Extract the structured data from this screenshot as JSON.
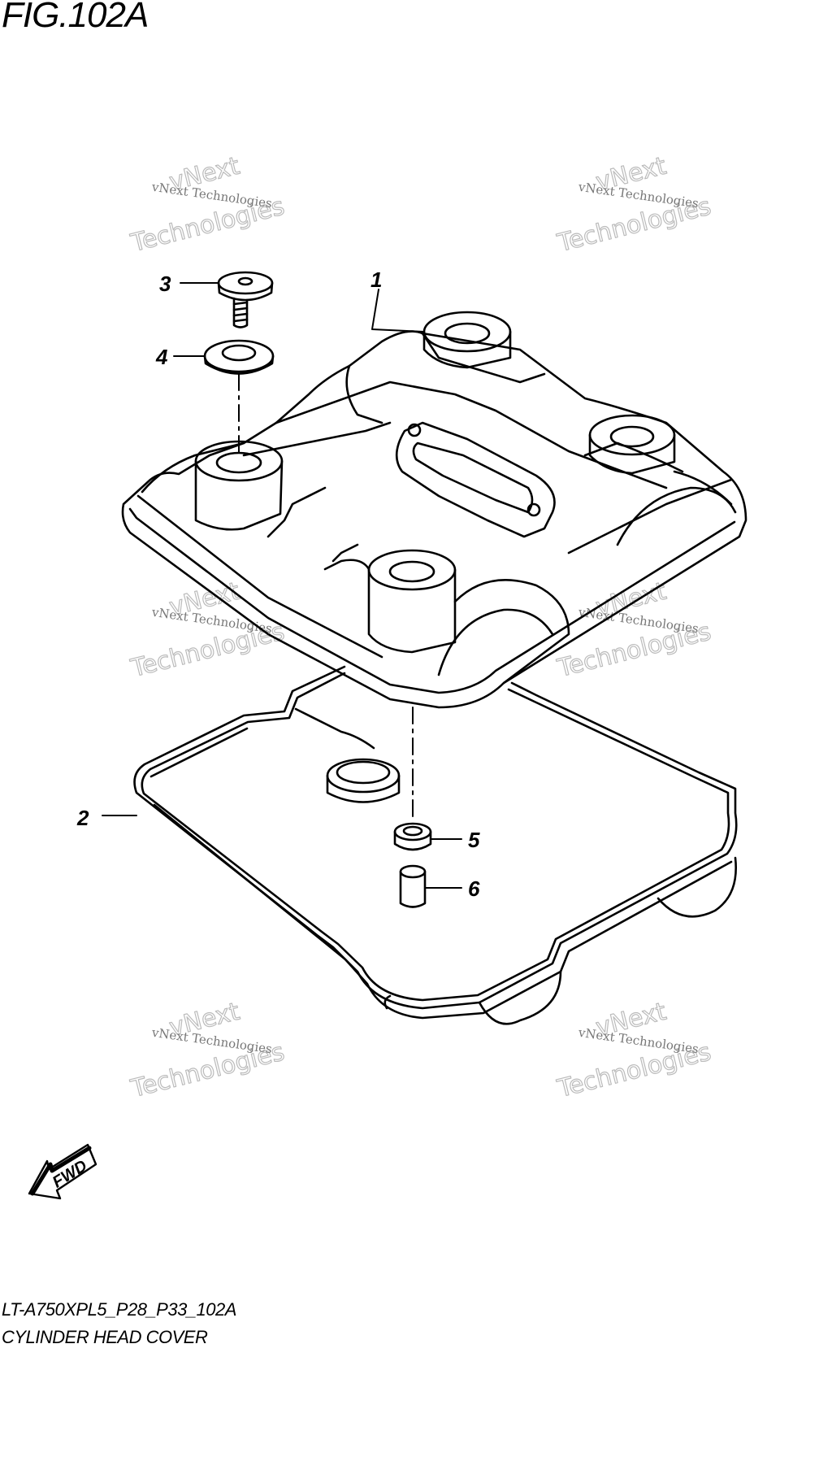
{
  "figure_title": "FIG.102A",
  "callouts": [
    "1",
    "2",
    "3",
    "4",
    "5",
    "6"
  ],
  "watermark": {
    "line1": "vNext Technologies",
    "line2": "vNext",
    "line3": "Technologies"
  },
  "fwd_label": "FWD",
  "footer": {
    "model_code": "LT-A750XPL5_P28_P33_102A",
    "caption": "CYLINDER HEAD COVER"
  }
}
